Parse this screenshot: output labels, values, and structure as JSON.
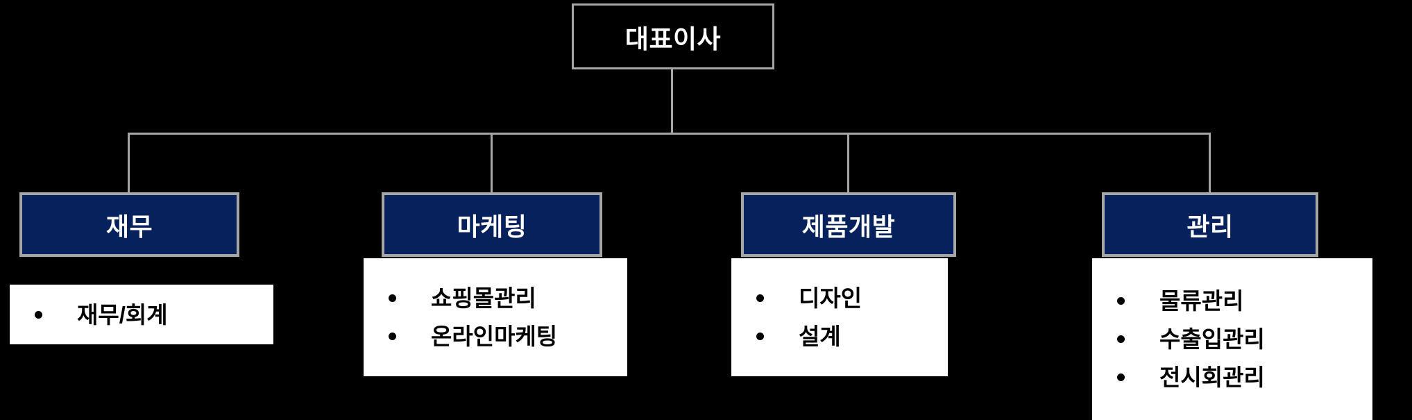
{
  "chart": {
    "title": "대표이사",
    "background_color": "#000000",
    "node_fill_color": "#06215C",
    "node_border_color": "#A6A6A6",
    "detail_fill_color": "#FFFFFF",
    "node_text_color": "#FFFFFF",
    "detail_text_color": "#000000",
    "root": {
      "label": "대표이사"
    },
    "departments": [
      {
        "label": "재무",
        "items": [
          "재무/회계"
        ]
      },
      {
        "label": "마케팅",
        "items": [
          "쇼핑몰관리",
          "온라인마케팅"
        ]
      },
      {
        "label": "제품개발",
        "items": [
          "디자인",
          "설계"
        ]
      },
      {
        "label": "관리",
        "items": [
          "물류관리",
          "수출입관리",
          "전시회관리"
        ]
      }
    ]
  }
}
